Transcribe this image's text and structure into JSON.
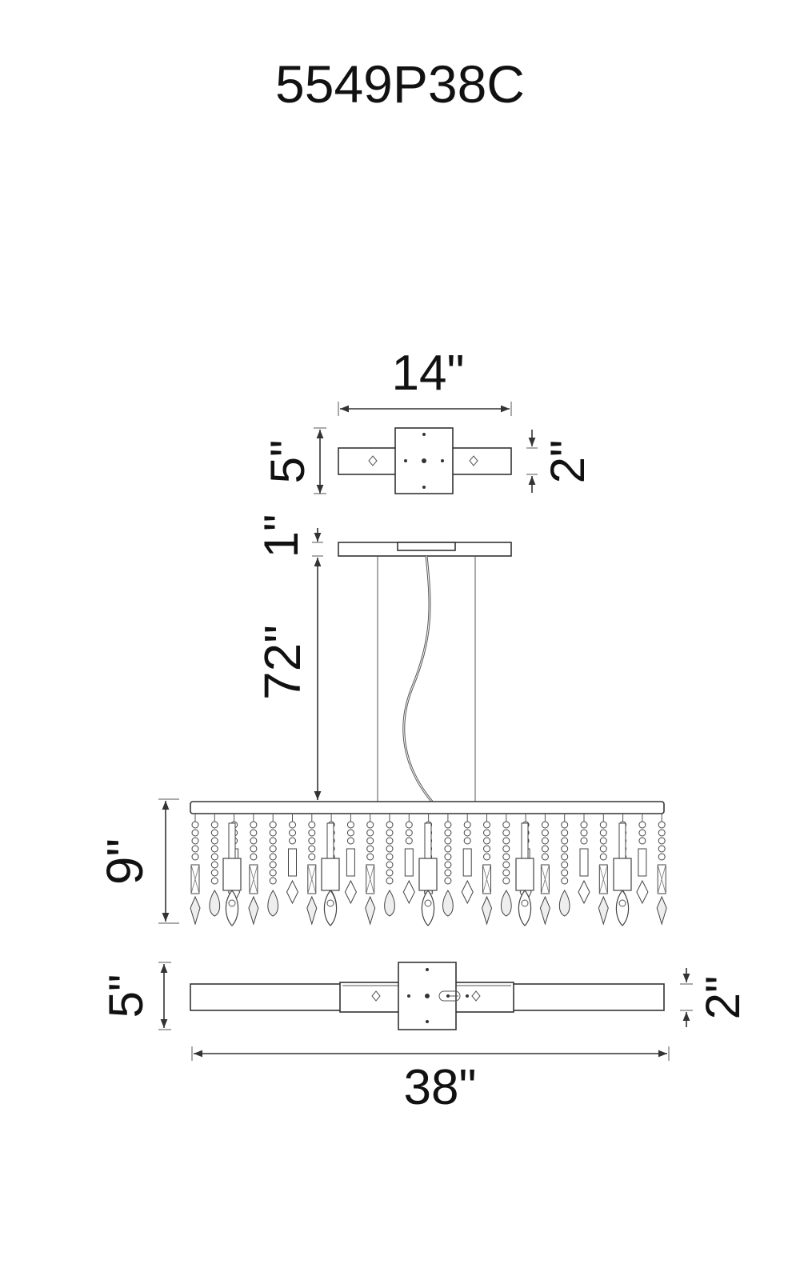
{
  "model_number": "5549P38C",
  "dimensions": {
    "canopy_width": "14\"",
    "canopy_depth": "5\"",
    "canopy_bar_height": "2\"",
    "canopy_thickness": "1\"",
    "suspension_length": "72\"",
    "fixture_height": "9\"",
    "fixture_depth": "5\"",
    "fixture_bar_height": "2\"",
    "fixture_width": "38\""
  },
  "colors": {
    "line": "#333333",
    "text": "#111111"
  }
}
